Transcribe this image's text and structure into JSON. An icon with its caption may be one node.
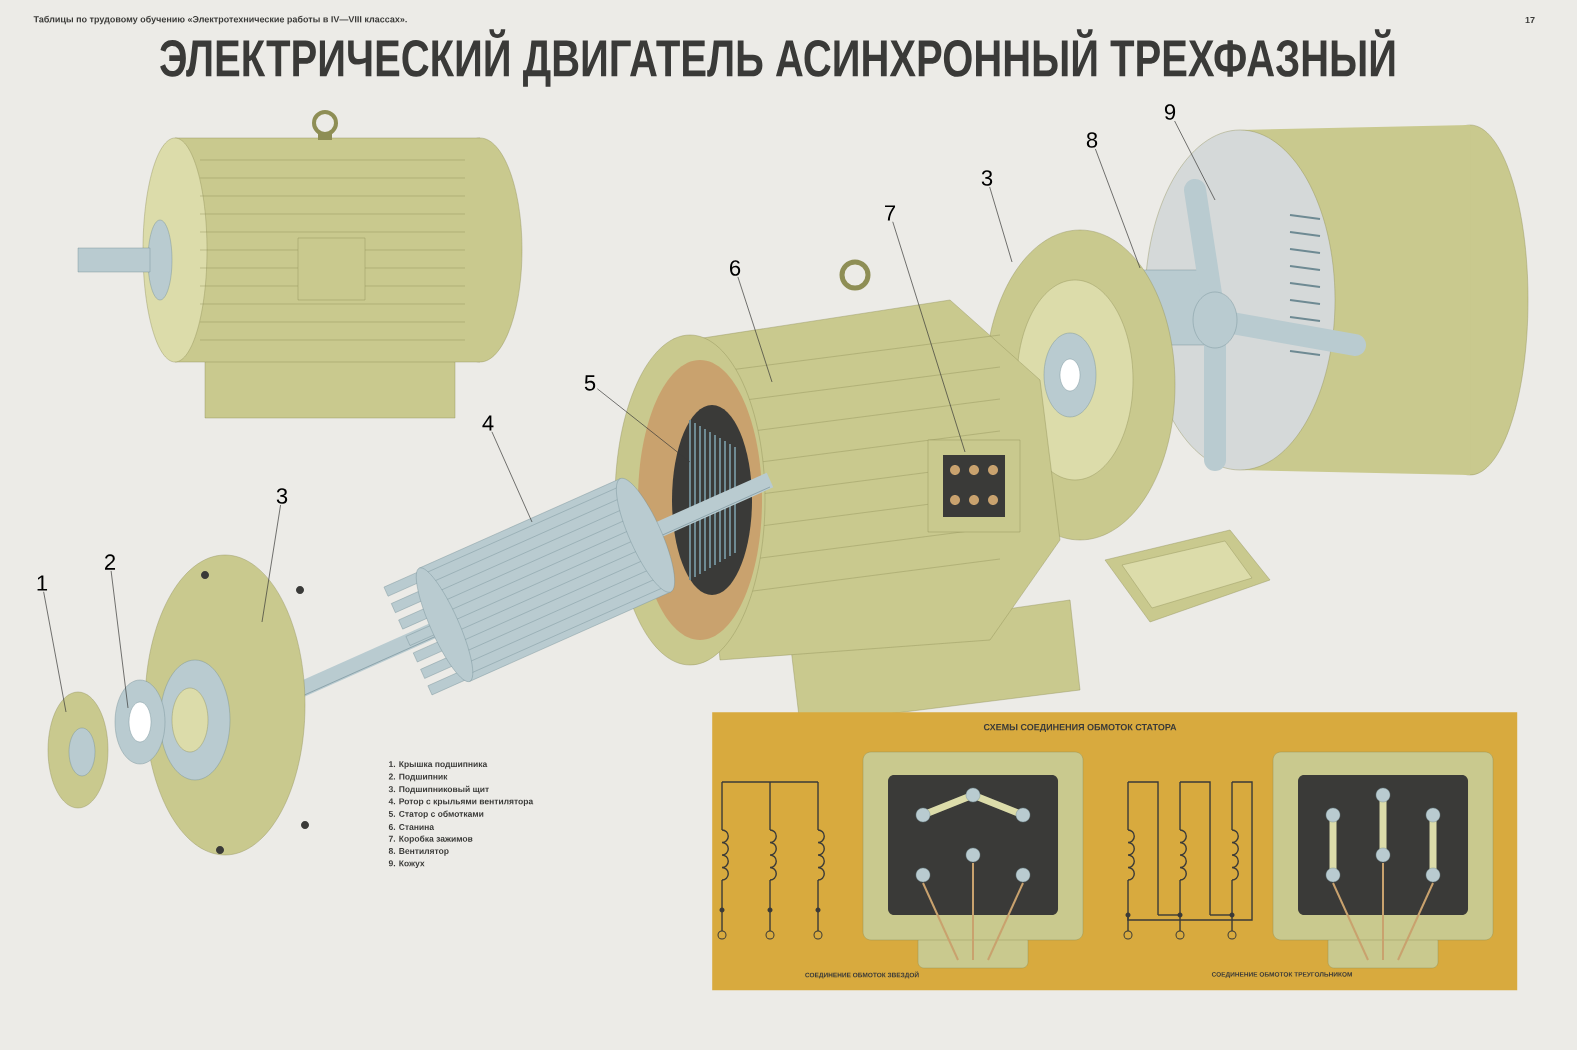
{
  "diagram": {
    "title": "ЭЛЕКТРИЧЕСКИЙ ДВИГАТЕЛЬ АСИНХРОННЫЙ ТРЕХФАЗНЫЙ",
    "nodes": [
      {
        "text": [
          "1"
        ]
      },
      {
        "text": [
          "2"
        ]
      },
      {
        "text": [
          "3"
        ]
      },
      {
        "text": [
          "4"
        ]
      },
      {
        "text": [
          "5"
        ]
      },
      {
        "text": [
          "6"
        ]
      },
      {
        "text": [
          "7"
        ]
      },
      {
        "text": [
          "3"
        ]
      },
      {
        "text": [
          "8"
        ]
      },
      {
        "text": [
          "9"
        ]
      },
      {
        "text": [
          "СХЕМЫ СОЕДИНЕНИЯ ОБМОТОК СТАТОРА",
          "СОЕДИНЕНИЕ ОБМОТОК ЗВЕЗДОЙ",
          "СОЕДИНЕНИЕ ОБМОТОК ТРЕУГОЛЬНИКОМ"
        ]
      }
    ],
    "edges": [
      {
        "from": 0,
        "to": null,
        "arrow": "none"
      },
      {
        "from": 1,
        "to": null,
        "arrow": "none"
      },
      {
        "from": 2,
        "to": null,
        "arrow": "none"
      },
      {
        "from": 3,
        "to": null,
        "arrow": "none"
      },
      {
        "from": 4,
        "to": null,
        "arrow": "none"
      },
      {
        "from": 5,
        "to": null,
        "arrow": "none"
      },
      {
        "from": 6,
        "to": null,
        "arrow": "none"
      },
      {
        "from": 7,
        "to": null,
        "arrow": "none"
      },
      {
        "from": 8,
        "to": null,
        "arrow": "none"
      },
      {
        "from": 9,
        "to": null,
        "arrow": "none"
      }
    ],
    "labels": [
      "Таблицы по трудовому обучению «Электротехнические работы в IV—VIII классах».",
      "17",
      "1. Крышка подшипника",
      "2. Подшипник",
      "3. Подшипниковый щит",
      "4. Ротор с крыльями вентилятора",
      "5. Статор с обмотками",
      "6. Станина",
      "7. Коробка зажимов",
      "8. Вентилятор",
      "9. Кожух"
    ]
  }
}
